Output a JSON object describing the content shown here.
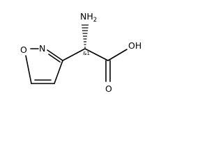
{
  "molecule": {
    "atoms": {
      "amino": "NH",
      "amino_subscript": "2",
      "ring_nitrogen": "N",
      "ring_oxygen": "O",
      "hydroxyl": "OH",
      "carbonyl_oxygen": "O"
    },
    "stereo_label": "&1"
  }
}
